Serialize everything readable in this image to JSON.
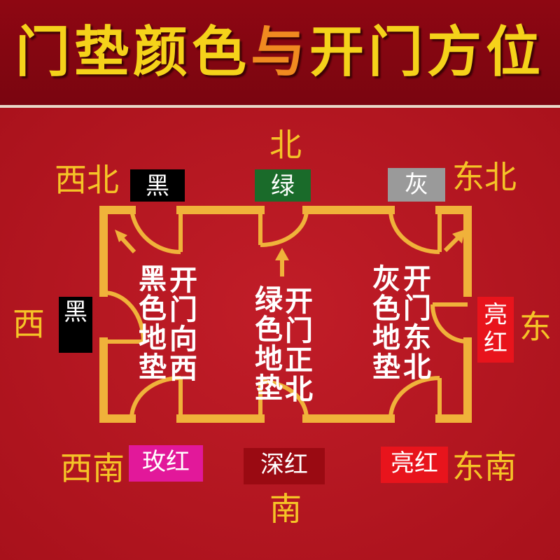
{
  "title": {
    "part1": "门垫颜色",
    "part2": "与",
    "part3": "开门方位"
  },
  "directions": {
    "north": "北",
    "northwest": "西北",
    "northeast": "东北",
    "west": "西",
    "east": "东",
    "southwest": "西南",
    "south": "南",
    "southeast": "东南"
  },
  "tags": {
    "northwest": "黑",
    "north": "绿",
    "northeast": "灰",
    "west": "黑",
    "east": "亮红",
    "southwest": "玫红",
    "south": "深红",
    "southeast": "亮红"
  },
  "labels": {
    "left_door": "开门向西",
    "left_mat": "黑色地垫",
    "center_door": "开门正北",
    "center_mat": "绿色地垫",
    "right_door": "开门东北",
    "right_mat": "灰色地垫"
  },
  "colors": {
    "background": "#b3141e",
    "wall": "#f0b23a",
    "title": "#f5d21a",
    "title_highlight": "#f08a20",
    "direction_text": "#f5c427",
    "black_tag": "#000000",
    "green_tag": "#1a6b2a",
    "gray_tag": "#9a9a9a",
    "bright_red_tag": "#e8141c",
    "rose_tag": "#e2189a",
    "dark_red_tag": "#9a0a12"
  }
}
